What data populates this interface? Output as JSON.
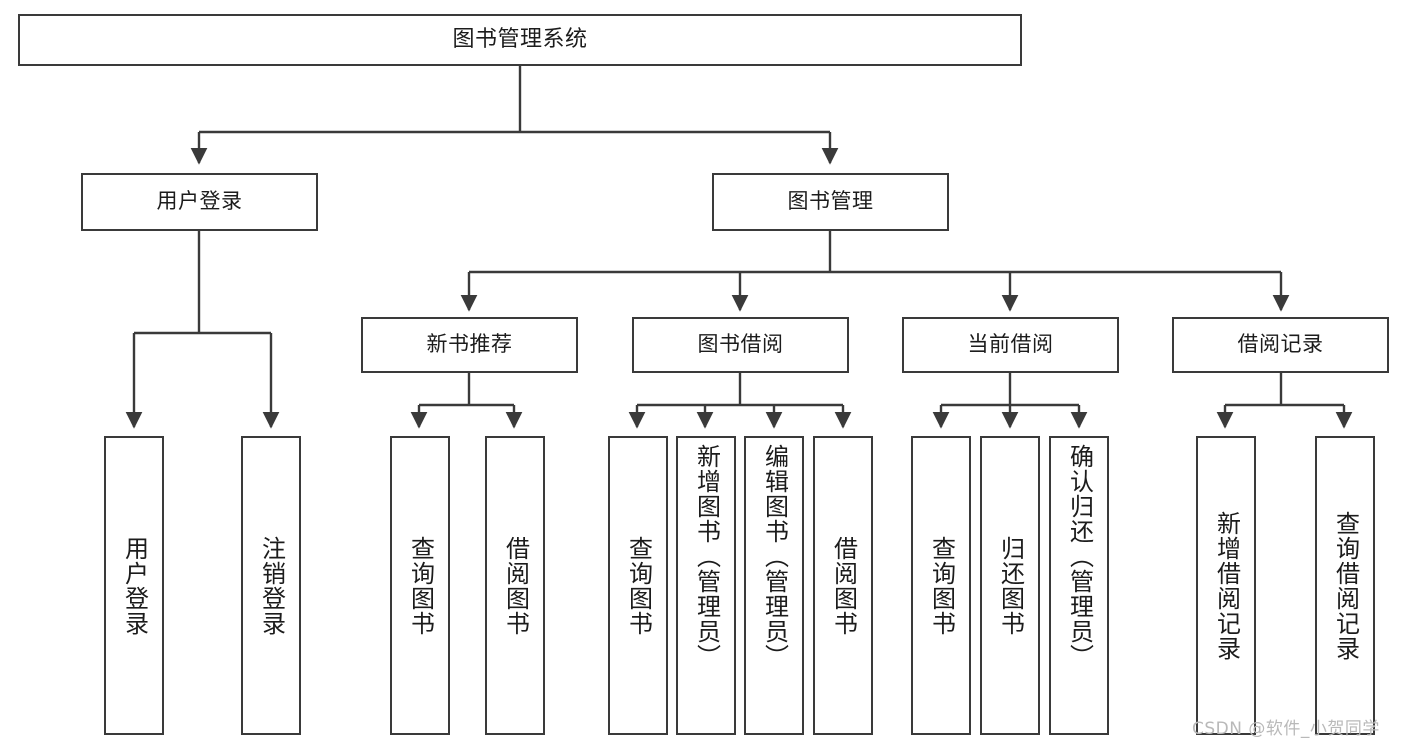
{
  "diagram": {
    "title": "图书管理系统",
    "type": "tree-hierarchy",
    "root": {
      "label": "图书管理系统"
    },
    "level1": [
      {
        "label": "用户登录"
      },
      {
        "label": "图书管理"
      }
    ],
    "level2": [
      {
        "label": "新书推荐"
      },
      {
        "label": "图书借阅"
      },
      {
        "label": "当前借阅"
      },
      {
        "label": "借阅记录"
      }
    ],
    "leaves": {
      "user_login": [
        {
          "label": "用户登录"
        },
        {
          "label": "注销登录"
        }
      ],
      "new_book": [
        {
          "label": "查询图书"
        },
        {
          "label": "借阅图书"
        }
      ],
      "book_borrow": [
        {
          "label": "查询图书"
        },
        {
          "label": "新增图书（管理员）"
        },
        {
          "label": "编辑图书（管理员）"
        },
        {
          "label": "借阅图书"
        }
      ],
      "current_borrow": [
        {
          "label": "查询图书"
        },
        {
          "label": "归还图书"
        },
        {
          "label": "确认归还（管理员）"
        }
      ],
      "borrow_record": [
        {
          "label": "新增借阅记录"
        },
        {
          "label": "查询借阅记录"
        }
      ]
    }
  },
  "watermark": {
    "text": "CSDN @软件_小贺同学"
  },
  "colors": {
    "stroke": "#3a3a3a",
    "fill": "#ffffff",
    "text": "#1c1c1c",
    "watermark": "#b9b9b9"
  }
}
